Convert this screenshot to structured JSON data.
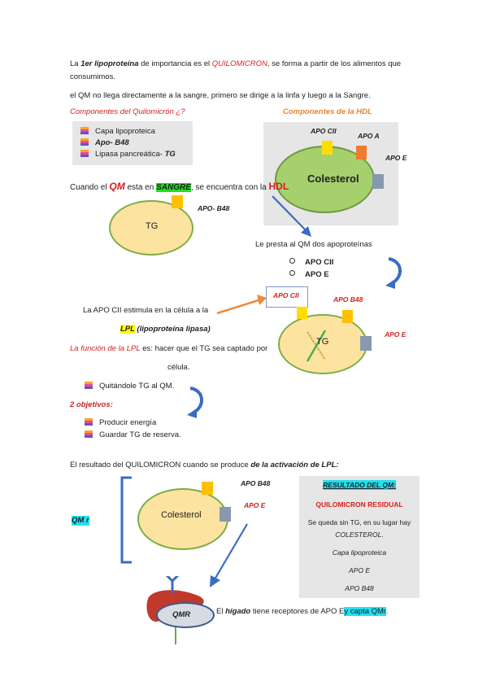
{
  "intro": {
    "p1_a": "La ",
    "p1_b": "1er lipoproteína",
    "p1_c": " de importancia es el ",
    "p1_d": "QUILOMICRON",
    "p1_e": ", se forma a partir de los alimentos que",
    "p1_f": "consumimos.",
    "p2": "el QM no llega directamente a la sangre, primero se dirige a la linfa y luego a la Sangre."
  },
  "qm_components": {
    "heading": "Componentes del Quilomicrón ¿?",
    "items": [
      "Capa lipoproteica",
      "Apo- B48",
      "Lipasa pancreática- TG"
    ]
  },
  "hdl": {
    "heading": "Componentes de la HDL",
    "core": "Colesterol",
    "apo_cii": "APO CII",
    "apo_a": "APO A",
    "apo_e": "APO E"
  },
  "sangre_line": {
    "a": "Cuando el ",
    "qm": "QM",
    "b": " esta en ",
    "sangre": "SANGRE",
    "c": ", se encuentra con la ",
    "hdl": "HDL"
  },
  "tg_particle": {
    "core": "TG",
    "label": "APO- B48"
  },
  "transfer": {
    "text": "Le presta al QM dos apoproteínas",
    "items": [
      "APO CII",
      "APO E"
    ]
  },
  "qm_activated": {
    "apo_cii": "APO CII",
    "apo_b48": "APO B48",
    "apo_e": "APO E",
    "core": "TG"
  },
  "lpl": {
    "line1": "La APO CII estimula en la célula a la",
    "lpl": "LPL",
    "lpl_full": " (lipoproteína lipasa)",
    "func_a": "La función de la LPL",
    "func_b": " es: hacer que el TG sea captado por",
    "func_c": "célula.",
    "bullet": "Quitándole TG al QM.",
    "objectives_heading": "2 objetivos:",
    "objectives": [
      "Producir energía",
      "Guardar TG de reserva."
    ]
  },
  "result": {
    "line_a": "El resultado del QUILOMICRON cuando se produce ",
    "line_b": "de la activación de LPL:",
    "qmr_label": "QM r",
    "core": "Colesterol",
    "apo_b48": "APO B48",
    "apo_e": "APO E",
    "box_title": "RESULTADO DEL QM:",
    "box_subtitle": "QUILOMICRON RESIDUAL",
    "box_line1": "Se queda sin TG, en su lugar hay",
    "box_line2": "COLESTEROL.",
    "box_items": [
      "Capa lipoproteica",
      "APO E",
      "APO B48"
    ]
  },
  "liver": {
    "label": "QMR",
    "text_a": "El ",
    "text_b": "hígado",
    "text_c": " tiene receptores de APO E",
    "text_d": "y capta QMr",
    "text_e": "."
  },
  "colors": {
    "ellipse_fill": "#fce3a0",
    "ellipse_border": "#7cae45",
    "apo_yellow": "#ffdd00",
    "apo_orange": "#ee7b30",
    "apo_blue": "#8699b0",
    "arrow_blue": "#3a6cc2",
    "arrow_orange": "#ef8a3a",
    "accent_red": "#d62020"
  }
}
